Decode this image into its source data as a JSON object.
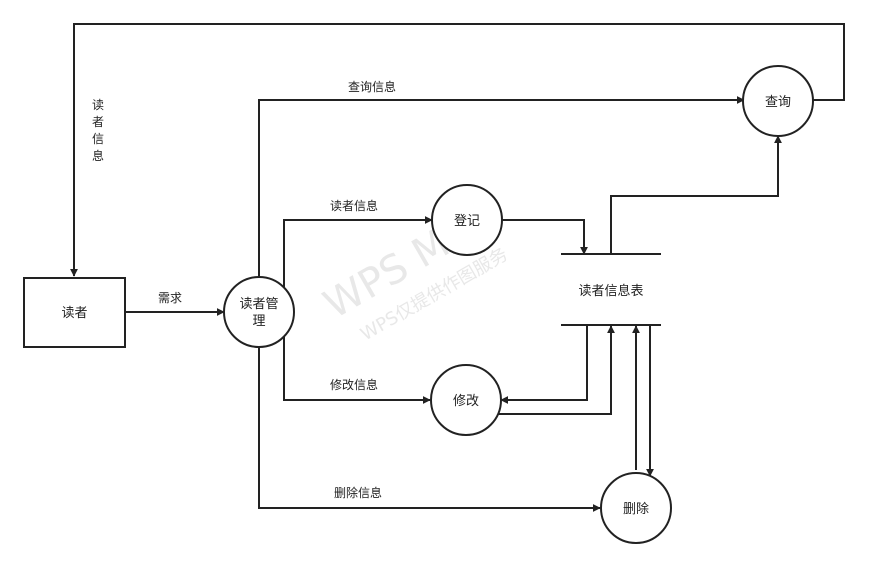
{
  "diagram": {
    "nodes": {
      "reader": "读者",
      "reader_mgmt_line1": "读者管",
      "reader_mgmt_line2": "理",
      "register": "登记",
      "modify": "修改",
      "delete": "删除",
      "query": "查询",
      "reader_table": "读者信息表"
    },
    "edges": {
      "demand": "需求",
      "query_info": "查询信息",
      "reader_info": "读者信息",
      "modify_info": "修改信息",
      "delete_info": "删除信息",
      "vertical_reader_info": [
        "读",
        "者",
        "信",
        "息"
      ]
    },
    "watermark": {
      "line1": "WPS Mind",
      "line2": "WPS仅提供作图服务"
    },
    "colors": {
      "stroke": "#222222",
      "watermark": "#e8e8e8"
    }
  }
}
